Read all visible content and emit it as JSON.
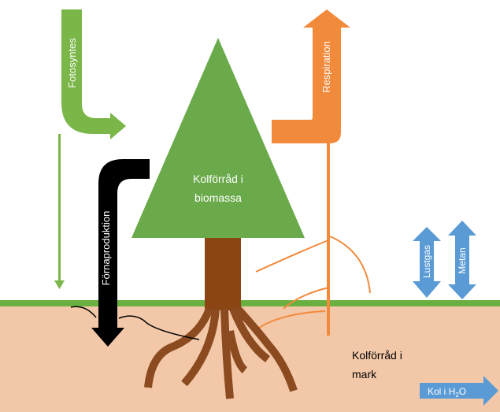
{
  "labels": {
    "photosynthesis": "Fotosyntes",
    "respiration": "Respiration",
    "litter_production": "Förnaproduktion",
    "biomass_pool_line1": "Kolförråd i",
    "biomass_pool_line2": "biomassa",
    "soil_pool_line1": "Kolförråd i",
    "soil_pool_line2": "mark",
    "nitrous_oxide": "Lustgas",
    "methane": "Metan",
    "carbon_water_main": "Kol i H",
    "carbon_water_sub": "2",
    "carbon_water_end": "O"
  },
  "colors": {
    "photosynthesis": "#7ab648",
    "respiration": "#f28a3c",
    "litter": "#000000",
    "tree_crown": "#6aaa4a",
    "trunk": "#8b4513",
    "roots": "#8b4a1f",
    "ground_line": "#6ab040",
    "soil": "#f3c8a9",
    "gas_arrows": "#5b9bd5",
    "label_on_color": "#ffffff",
    "label_on_soil": "#000000"
  }
}
